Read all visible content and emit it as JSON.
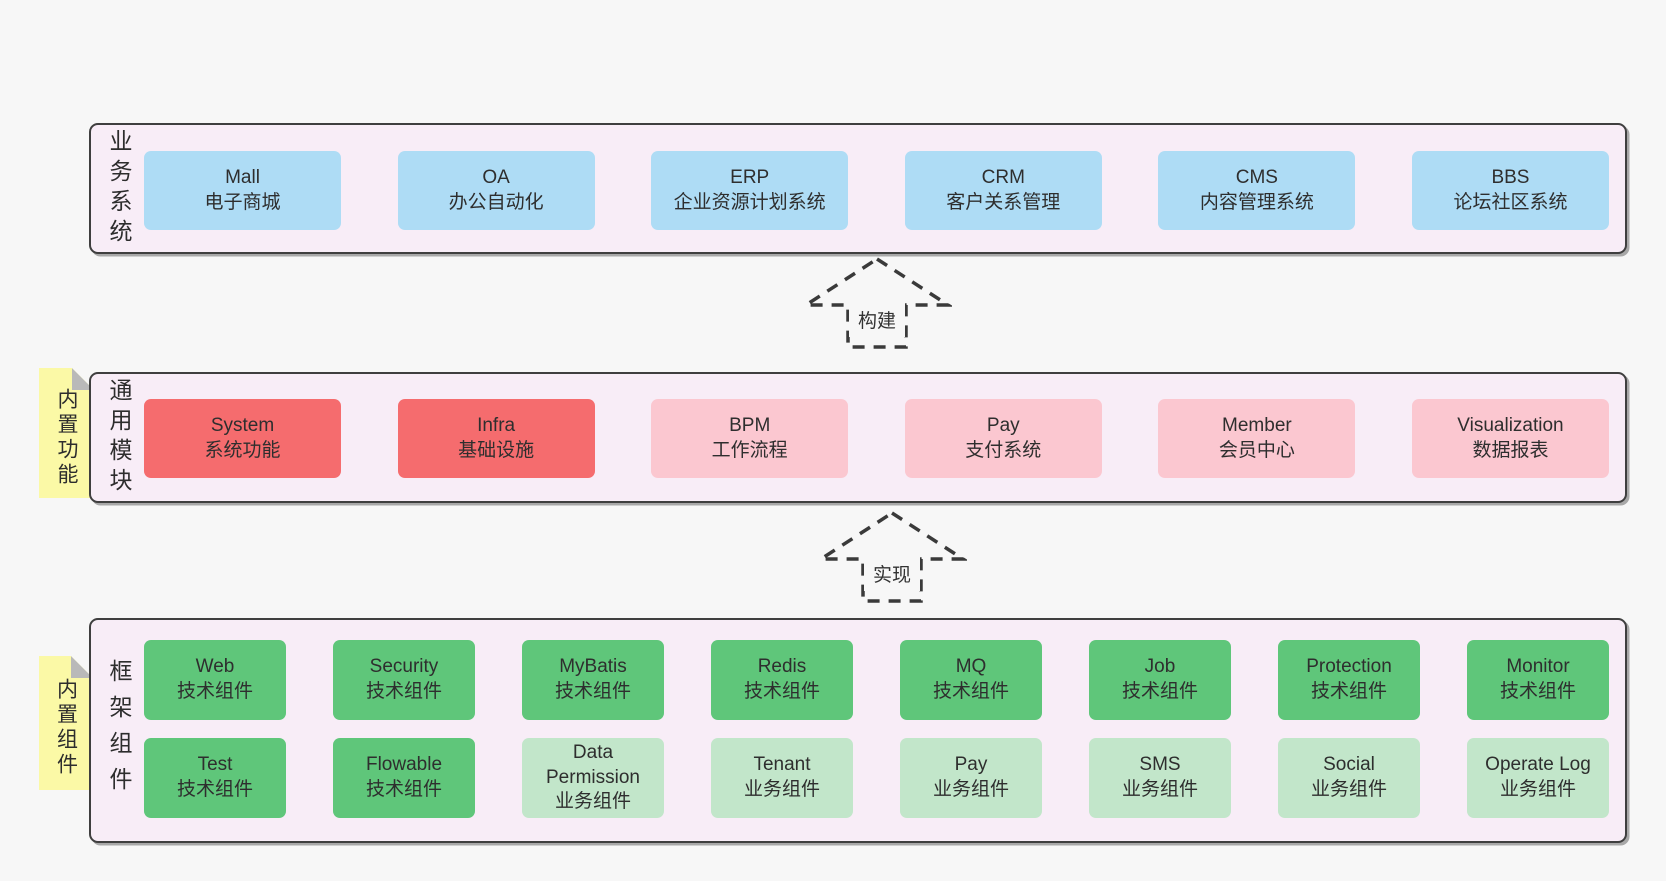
{
  "colors": {
    "page_bg": "#f7f7f7",
    "panel_bg": "#f8edf7",
    "panel_border": "#3f3f3f",
    "blue_box": "#aedcf5",
    "red_box": "#f56c6e",
    "pink_box": "#fbc7d0",
    "green_box": "#5fc67a",
    "green_light_box": "#c2e6ca",
    "note_yellow": "#fbf9a6",
    "note_fold_gray": "#b9b9b9"
  },
  "arrows": [
    {
      "label": "构建"
    },
    {
      "label": "实现"
    }
  ],
  "sections": [
    {
      "id": "business-systems",
      "label_vertical": "业务系统",
      "boxes": [
        {
          "name": "Mall",
          "desc": "电子商城"
        },
        {
          "name": "OA",
          "desc": "办公自动化"
        },
        {
          "name": "ERP",
          "desc": "企业资源计划系统"
        },
        {
          "name": "CRM",
          "desc": "客户关系管理"
        },
        {
          "name": "CMS",
          "desc": "内容管理系统"
        },
        {
          "name": "BBS",
          "desc": "论坛社区系统"
        }
      ]
    },
    {
      "id": "common-modules",
      "label_vertical": "通用模块",
      "sticky_note": "内置功能",
      "boxes": [
        {
          "name": "System",
          "desc": "系统功能"
        },
        {
          "name": "Infra",
          "desc": "基础设施"
        },
        {
          "name": "BPM",
          "desc": "工作流程"
        },
        {
          "name": "Pay",
          "desc": "支付系统"
        },
        {
          "name": "Member",
          "desc": "会员中心"
        },
        {
          "name": "Visualization",
          "desc": "数据报表"
        }
      ]
    },
    {
      "id": "framework-components",
      "label_vertical": "框架组件",
      "sticky_note": "内置组件",
      "rows": [
        [
          {
            "name": "Web",
            "desc": "技术组件"
          },
          {
            "name": "Security",
            "desc": "技术组件"
          },
          {
            "name": "MyBatis",
            "desc": "技术组件"
          },
          {
            "name": "Redis",
            "desc": "技术组件"
          },
          {
            "name": "MQ",
            "desc": "技术组件"
          },
          {
            "name": "Job",
            "desc": "技术组件"
          },
          {
            "name": "Protection",
            "desc": "技术组件"
          },
          {
            "name": "Monitor",
            "desc": "技术组件"
          }
        ],
        [
          {
            "name": "Test",
            "desc": "技术组件"
          },
          {
            "name": "Flowable",
            "desc": "技术组件"
          },
          {
            "name": "Data Permission",
            "desc": "业务组件"
          },
          {
            "name": "Tenant",
            "desc": "业务组件"
          },
          {
            "name": "Pay",
            "desc": "业务组件"
          },
          {
            "name": "SMS",
            "desc": "业务组件"
          },
          {
            "name": "Social",
            "desc": "业务组件"
          },
          {
            "name": "Operate Log",
            "desc": "业务组件"
          }
        ]
      ]
    }
  ]
}
